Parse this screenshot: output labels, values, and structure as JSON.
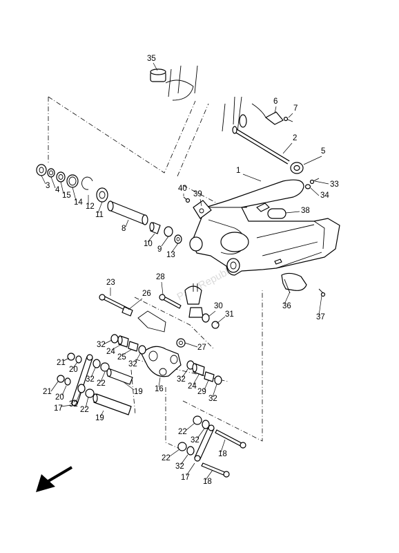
{
  "watermark": "PartsRepublik",
  "parts": [
    {
      "num": "1"
    },
    {
      "num": "2"
    },
    {
      "num": "3"
    },
    {
      "num": "4"
    },
    {
      "num": "5"
    },
    {
      "num": "6"
    },
    {
      "num": "7"
    },
    {
      "num": "8"
    },
    {
      "num": "9"
    },
    {
      "num": "10"
    },
    {
      "num": "11"
    },
    {
      "num": "12"
    },
    {
      "num": "13"
    },
    {
      "num": "14"
    },
    {
      "num": "15"
    },
    {
      "num": "16"
    },
    {
      "num": "17"
    },
    {
      "num": "18"
    },
    {
      "num": "19"
    },
    {
      "num": "20"
    },
    {
      "num": "21"
    },
    {
      "num": "22"
    },
    {
      "num": "23"
    },
    {
      "num": "24"
    },
    {
      "num": "25"
    },
    {
      "num": "26"
    },
    {
      "num": "27"
    },
    {
      "num": "28"
    },
    {
      "num": "29"
    },
    {
      "num": "30"
    },
    {
      "num": "31"
    },
    {
      "num": "32"
    },
    {
      "num": "33"
    },
    {
      "num": "34"
    },
    {
      "num": "35"
    },
    {
      "num": "36"
    },
    {
      "num": "37"
    },
    {
      "num": "38"
    },
    {
      "num": "39"
    },
    {
      "num": "40"
    }
  ],
  "direction_arrow_icon": "front-arrow-icon"
}
